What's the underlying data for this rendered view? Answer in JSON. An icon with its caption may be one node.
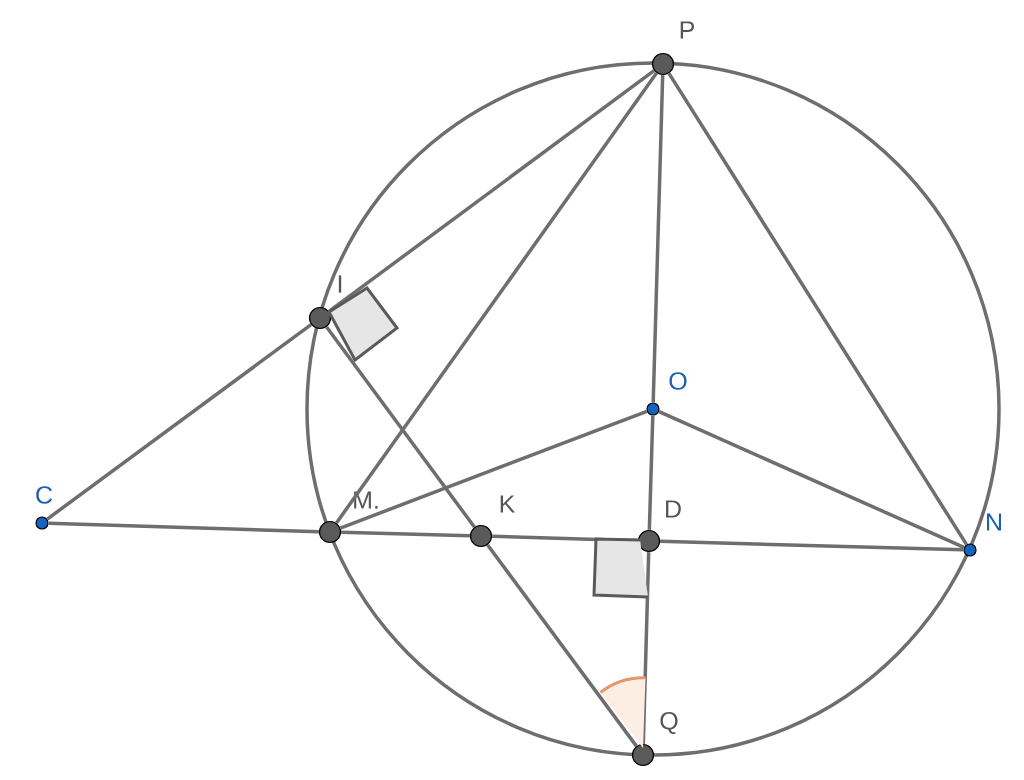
{
  "diagram": {
    "nodes": [
      {
        "text": [
          "P"
        ]
      },
      {
        "text": [
          "I"
        ]
      },
      {
        "text": [
          "O"
        ]
      },
      {
        "text": [
          "C"
        ]
      },
      {
        "text": [
          "M."
        ]
      },
      {
        "text": [
          "K"
        ]
      },
      {
        "text": [
          "D"
        ]
      },
      {
        "text": [
          "N"
        ]
      },
      {
        "text": [
          "Q"
        ]
      }
    ],
    "edges": [
      {
        "from": 3,
        "to": 1,
        "arrow": "none"
      },
      {
        "from": 1,
        "to": 0,
        "arrow": "none"
      },
      {
        "from": 0,
        "to": 4,
        "arrow": "none"
      },
      {
        "from": 0,
        "to": 2,
        "arrow": "none"
      },
      {
        "from": 2,
        "to": 6,
        "arrow": "none"
      },
      {
        "from": 6,
        "to": 8,
        "arrow": "none"
      },
      {
        "from": 0,
        "to": 7,
        "arrow": "none"
      },
      {
        "from": 2,
        "to": 4,
        "arrow": "none"
      },
      {
        "from": 2,
        "to": 7,
        "arrow": "none"
      },
      {
        "from": 3,
        "to": 4,
        "arrow": "none"
      },
      {
        "from": 4,
        "to": 5,
        "arrow": "none"
      },
      {
        "from": 5,
        "to": 6,
        "arrow": "none"
      },
      {
        "from": 6,
        "to": 7,
        "arrow": "none"
      },
      {
        "from": 1,
        "to": 5,
        "arrow": "none"
      },
      {
        "from": 5,
        "to": 8,
        "arrow": "none"
      }
    ]
  }
}
